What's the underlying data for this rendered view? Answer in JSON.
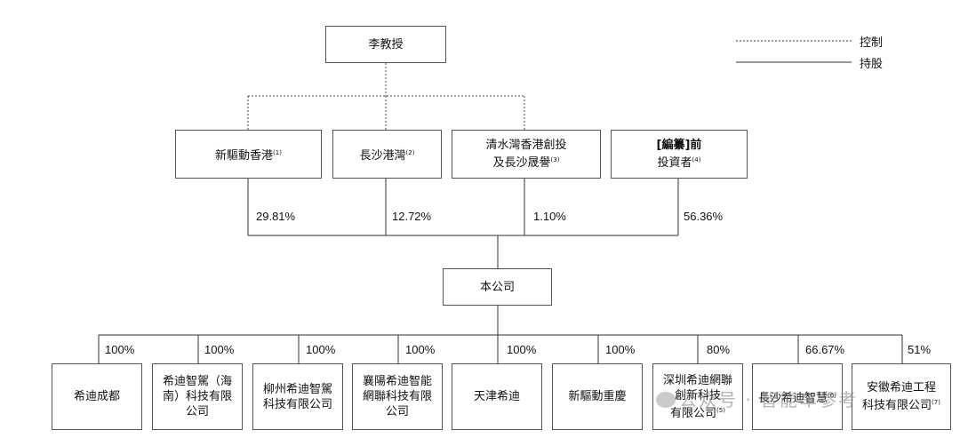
{
  "legend": {
    "control": "控制",
    "holding": "持股"
  },
  "top": {
    "label": "李教授"
  },
  "shareholders": [
    {
      "line1": "新驅動香港",
      "note": "(1)"
    },
    {
      "line1": "長沙港灣",
      "note": "(2)"
    },
    {
      "line1": "清水灣香港創投",
      "line2": "及長沙晟譽",
      "note": "(3)"
    },
    {
      "line1": "[編纂]前",
      "line2": "投資者",
      "note": "(4)"
    }
  ],
  "shareholder_pcts": [
    "29.81%",
    "12.72%",
    "1.10%",
    "56.36%"
  ],
  "company": {
    "label": "本公司"
  },
  "subsidiaries": [
    {
      "line1": "希迪成都"
    },
    {
      "line1": "希迪智駕（海",
      "line2": "南）科技有限",
      "line3": "公司"
    },
    {
      "line1": "柳州希迪智駕",
      "line2": "科技有限公司"
    },
    {
      "line1": "襄陽希迪智能",
      "line2": "網聯科技有限",
      "line3": "公司"
    },
    {
      "line1": "天津希迪"
    },
    {
      "line1": "新驅動重慶"
    },
    {
      "line1": "深圳希迪網聯",
      "line2": "創新科技",
      "line3": "有限公司",
      "note": "(5)"
    },
    {
      "line1": "長沙希迪智慧",
      "note": "(6)"
    },
    {
      "line1": "安徽希迪工程",
      "line2": "科技有限公司",
      "note": "(7)"
    }
  ],
  "subsidiary_pcts": [
    "100%",
    "100%",
    "100%",
    "100%",
    "100%",
    "100%",
    "80%",
    "66.67%",
    "51%"
  ],
  "watermark": "公众号 · 智能车参考"
}
